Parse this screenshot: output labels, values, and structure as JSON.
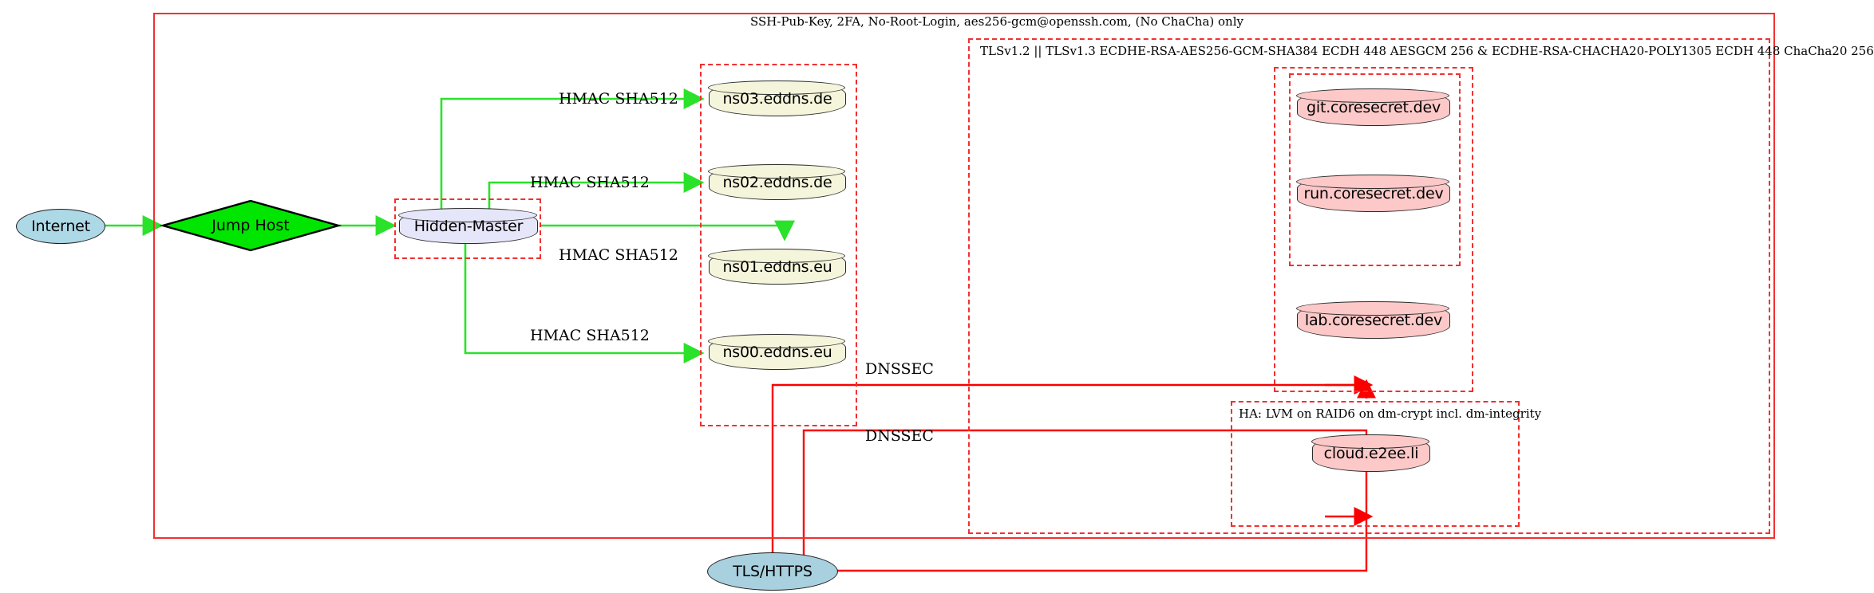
{
  "diagram": {
    "title_label": "SSH-Pub-Key, 2FA, No-Root-Login, aes256-gcm@openssh.com, (No ChaCha) only",
    "tls_cluster_label": "TLSv1.2 || TLSv1.3 ECDHE-RSA-AES256-GCM-SHA384 ECDH 448 AESGCM 256 & ECDHE-RSA-CHACHA20-POLY1305 ECDH 448 ChaCha20 256",
    "ha_cluster_label": "HA: LVM on RAID6 on dm-crypt incl. dm-integrity"
  },
  "nodes": {
    "internet": "Internet",
    "jump_host": "Jump Host",
    "hidden_master": "Hidden-Master",
    "ns03": "ns03.eddns.de",
    "ns02": "ns02.eddns.de",
    "ns01": "ns01.eddns.eu",
    "ns00": "ns00.eddns.eu",
    "git": "git.coresecret.dev",
    "run": "run.coresecret.dev",
    "lab": "lab.coresecret.dev",
    "cloud": "cloud.e2ee.li",
    "tls_https": "TLS/HTTPS"
  },
  "edge_labels": {
    "hmac_ns03": "HMAC SHA512",
    "hmac_ns02": "HMAC SHA512",
    "hmac_ns01": "HMAC SHA512",
    "hmac_ns00": "HMAC SHA512",
    "dnssec_upper": "DNSSEC",
    "dnssec_lower": "DNSSEC"
  },
  "colors": {
    "internet_fill": "#add8e6",
    "jump_host_fill": "#00e600",
    "hidden_master_fill": "#e6e6fa",
    "dns_fill": "#f5f5dc",
    "service_fill": "#fcc8c8",
    "tls_https_fill": "#a8d0de",
    "cluster_border": "#f23030",
    "secure_edge": "#2ae22a",
    "dnssec_edge": "#fb0000",
    "node_stroke": "#2b2b2b"
  }
}
